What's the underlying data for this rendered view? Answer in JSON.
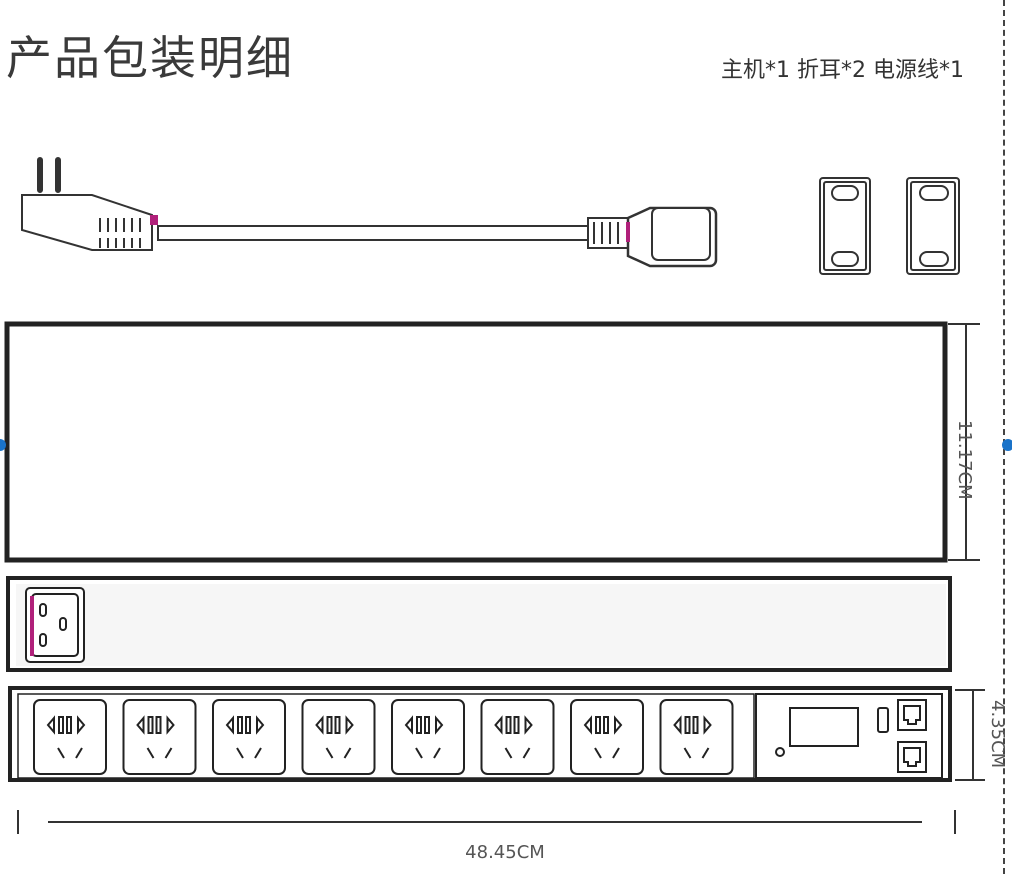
{
  "title": "产品包装明细",
  "contents": "主机*1 折耳*2 电源线*1",
  "dimensions": {
    "width": "48.45CM",
    "depth": "11.17CM",
    "height": "4.35CM"
  },
  "outlet_count": 8,
  "colors": {
    "line": "#222222",
    "accent": "#b0207a",
    "handle_dot": "#1a73c9"
  }
}
